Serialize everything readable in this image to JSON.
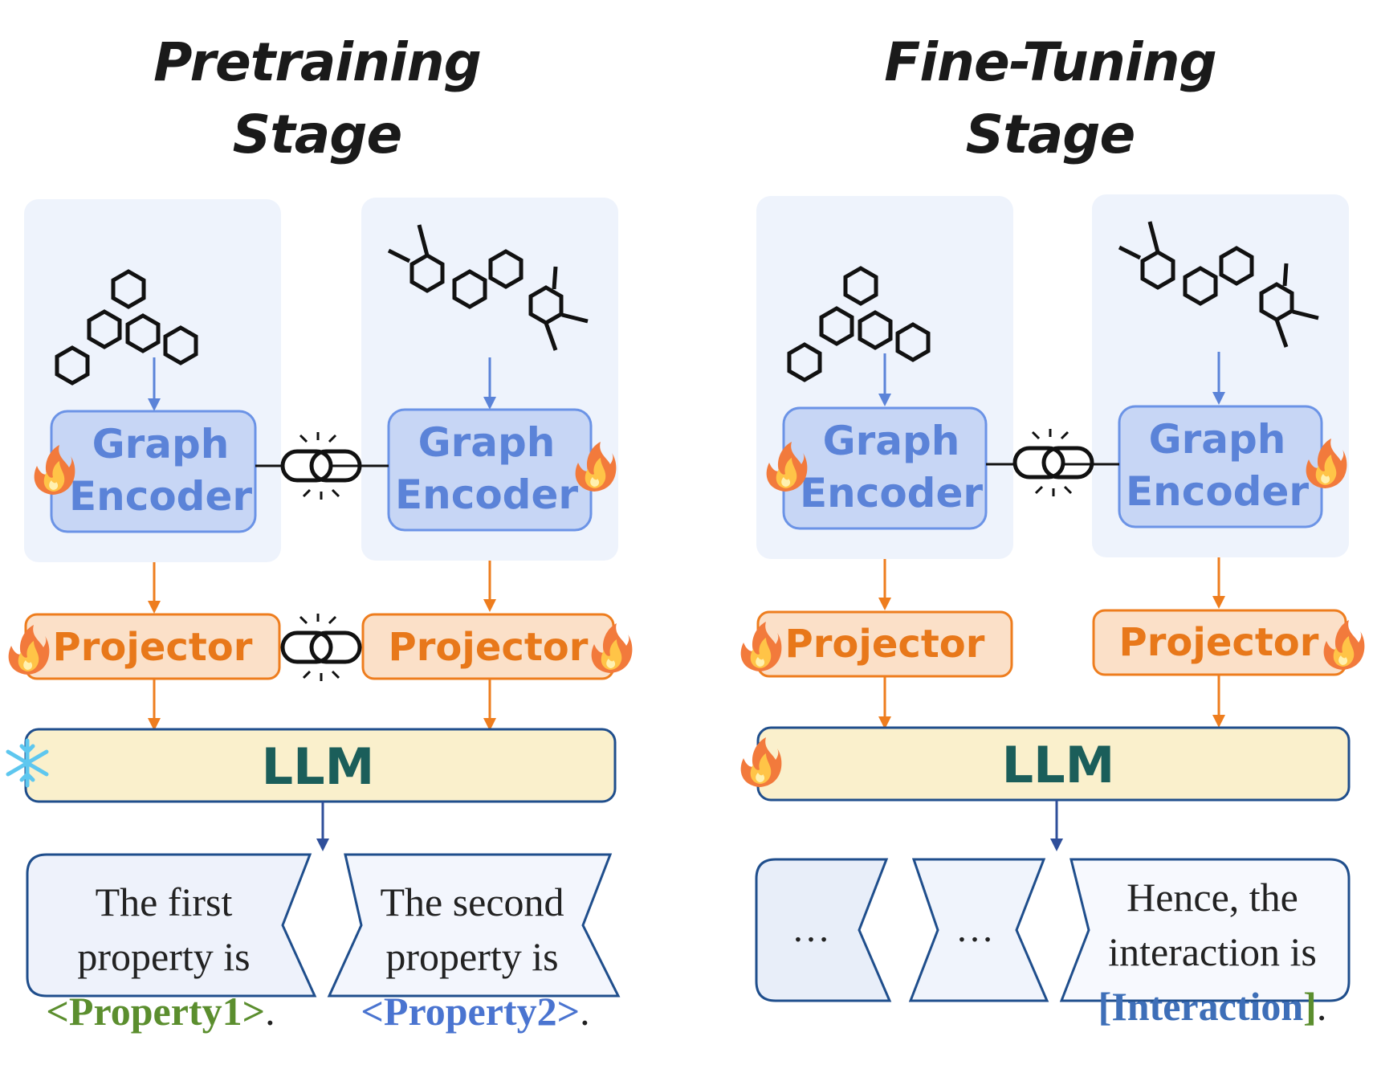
{
  "pretraining": {
    "title_line1": "Pretraining",
    "title_line2": "Stage",
    "encoder_left_line1": "Graph",
    "encoder_left_line2": "Encoder",
    "encoder_right_line1": "Graph",
    "encoder_right_line2": "Encoder",
    "projector_left": "Projector",
    "projector_right": "Projector",
    "llm": "LLM",
    "output_left": {
      "line1": "The first",
      "line2": "property   is",
      "property": "<Property1>",
      "end": "."
    },
    "output_right": {
      "line1": "The second",
      "line2": "property is",
      "property": "<Property2>",
      "end": "."
    }
  },
  "finetuning": {
    "title_line1": "Fine-Tuning",
    "title_line2": "Stage",
    "encoder_left_line1": "Graph",
    "encoder_left_line2": "Encoder",
    "encoder_right_line1": "Graph",
    "encoder_right_line2": "Encoder",
    "projector_left": "Projector",
    "projector_right": "Projector",
    "llm": "LLM",
    "output_dots_1": "…",
    "output_dots_2": "…",
    "output_final": {
      "line1": "Hence, the",
      "line2": "interaction is",
      "open": "[",
      "value": "Interaction",
      "close": "]",
      "end": "."
    }
  },
  "icons": {
    "trainable": "fire-icon",
    "frozen": "snowflake-icon",
    "shared_weights": "chain-link-icon",
    "molecule": "molecule-icon"
  },
  "colors": {
    "encoder_fill": "#c7d6f5",
    "encoder_stroke": "#6b93e6",
    "panel_fill": "#eef3fc",
    "projector_fill": "#fbe0c8",
    "projector_stroke": "#ee7d1e",
    "llm_fill": "#faf0cc",
    "llm_stroke": "#1f4e8c",
    "output_stroke": "#1f4e8c",
    "arrow_blue": "#5b83d8",
    "arrow_orange": "#ee7d1e",
    "arrow_dark": "#2f4f9a"
  }
}
